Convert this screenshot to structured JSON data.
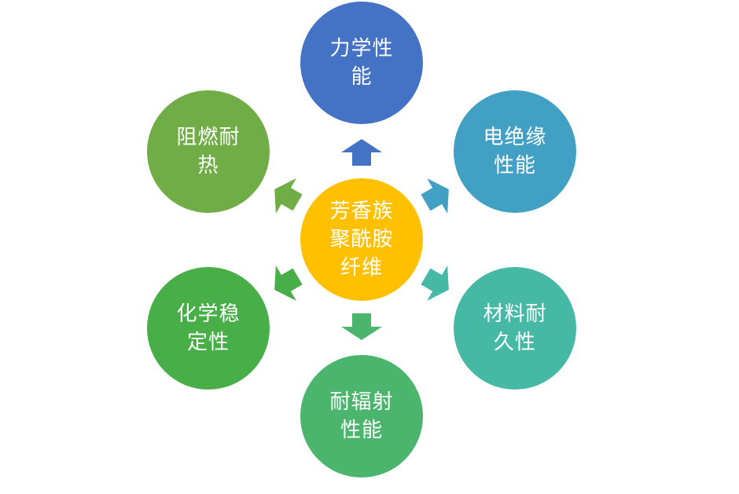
{
  "diagram": {
    "center": {
      "label": "芳香族聚酰胺纤维",
      "color": "#FFC000"
    },
    "nodes": [
      {
        "key": "mechanical",
        "label": "力学性能",
        "color": "#4472C4"
      },
      {
        "key": "insulation",
        "label": "电绝缘性能",
        "color": "#42A0C4"
      },
      {
        "key": "durability",
        "label": "材料耐久性",
        "color": "#45B9A6"
      },
      {
        "key": "radiation",
        "label": "耐辐射性能",
        "color": "#4BB56E"
      },
      {
        "key": "chemical",
        "label": "化学稳定性",
        "color": "#47AE48"
      },
      {
        "key": "flame",
        "label": "阻燃耐热",
        "color": "#70AD47"
      }
    ]
  }
}
